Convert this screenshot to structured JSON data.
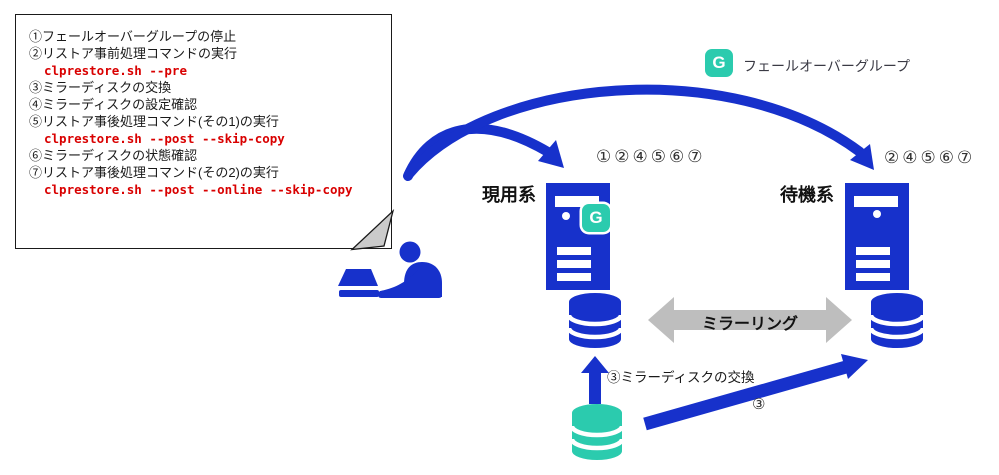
{
  "colors": {
    "blue": "#1731cb",
    "teal": "#2bcbae",
    "mirror_arrow_gray": "#bebebe",
    "command_red": "#d90000",
    "callout_border": "#1a1a1a",
    "tail_gray": "#cbcbcb"
  },
  "callout": {
    "steps": [
      {
        "label": "①フェールオーバーグループの停止"
      },
      {
        "label": "②リストア事前処理コマンドの実行",
        "command": "clprestore.sh --pre"
      },
      {
        "label": "③ミラーディスクの交換"
      },
      {
        "label": "④ミラーディスクの設定確認"
      },
      {
        "label": "⑤リストア事後処理コマンド(その1)の実行",
        "command": "clprestore.sh --post --skip-copy"
      },
      {
        "label": "⑥ミラーディスクの状態確認"
      },
      {
        "label": "⑦リストア事後処理コマンド(その2)の実行",
        "command": "clprestore.sh --post --online --skip-copy"
      }
    ]
  },
  "legend": {
    "badge_letter": "G",
    "label": "フェールオーバーグループ"
  },
  "active_server": {
    "name": "現用系",
    "applied_steps": "①②④⑤⑥⑦",
    "badge_letter": "G"
  },
  "standby_server": {
    "name": "待機系",
    "applied_steps": "②④⑤⑥⑦"
  },
  "mirroring": {
    "label": "ミラーリング"
  },
  "disk_replacement": {
    "insert_label": "③ミラーディスクの交換",
    "transport_step": "③"
  },
  "icons": {
    "operator": "person-at-laptop",
    "server": "tower-server",
    "disk": "database-cylinder",
    "group_badge": "letter-G-rounded-square"
  }
}
